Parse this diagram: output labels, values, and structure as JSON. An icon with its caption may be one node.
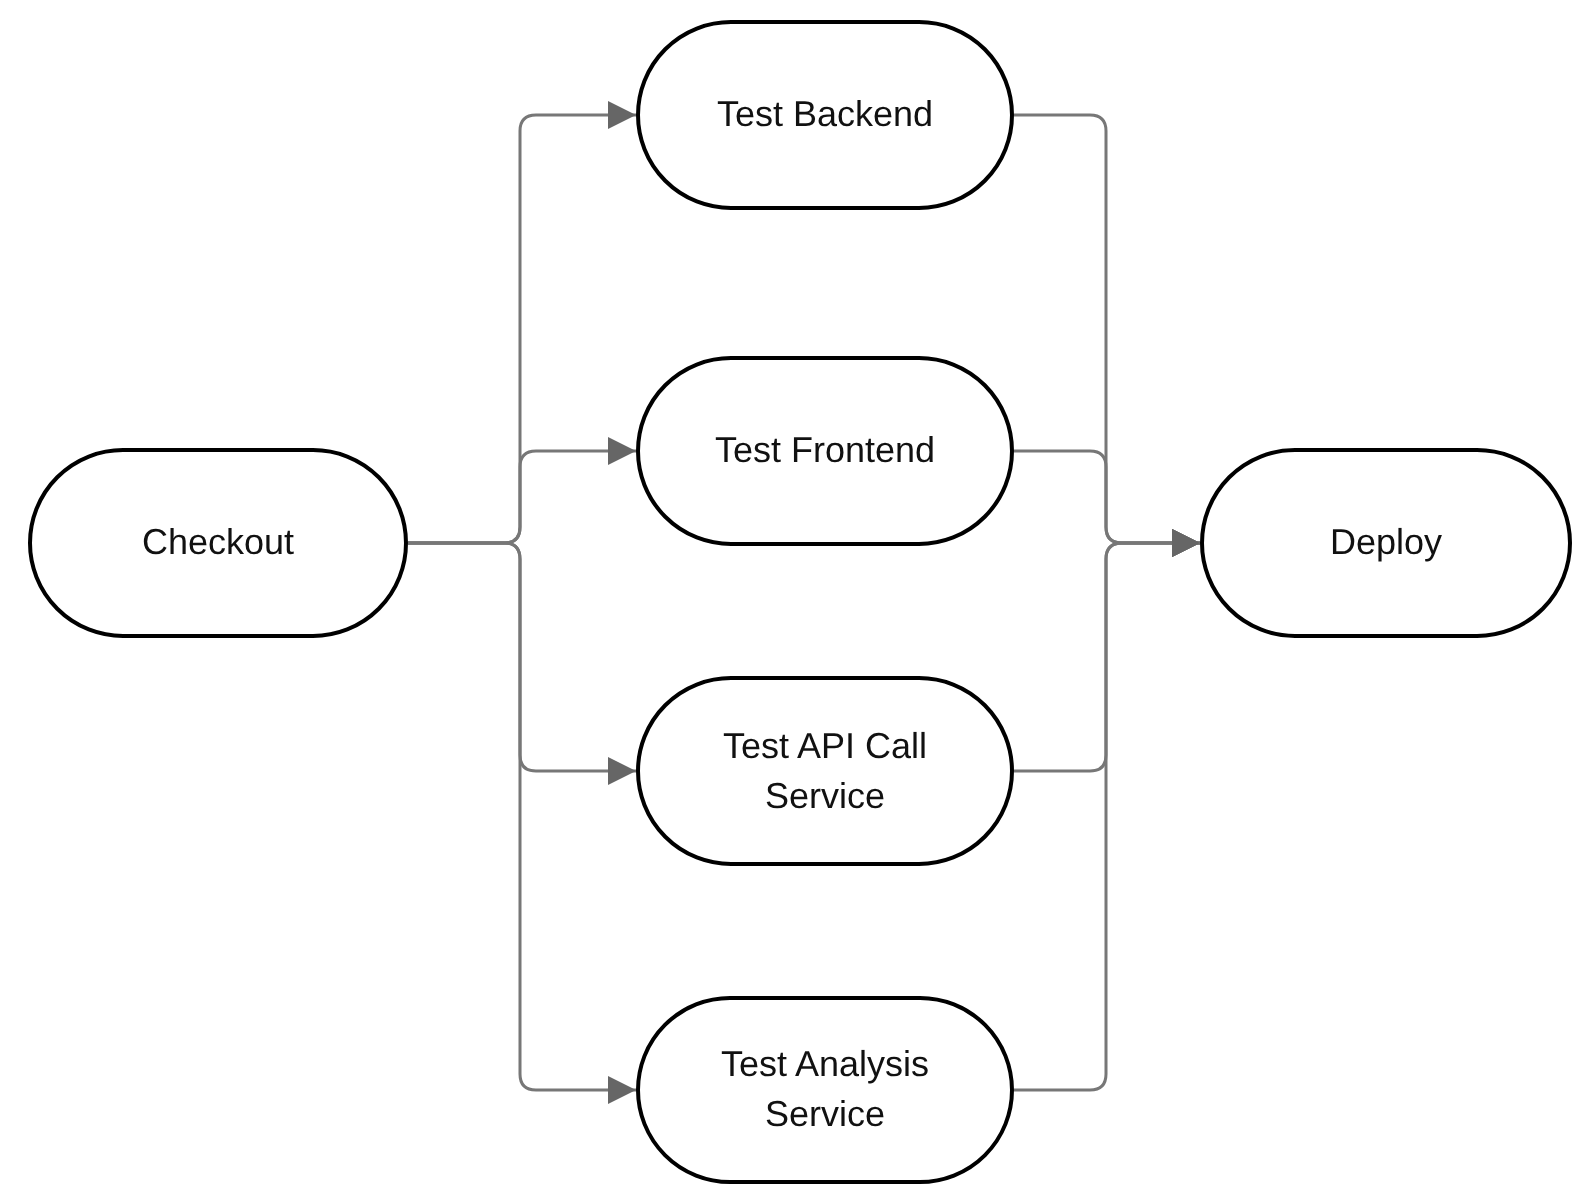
{
  "diagram": {
    "nodes": [
      {
        "text": [
          "Checkout"
        ]
      },
      {
        "text": [
          "Test Backend"
        ]
      },
      {
        "text": [
          "Test Frontend"
        ]
      },
      {
        "text": [
          "Test API Call Service"
        ]
      },
      {
        "text": [
          "Test Analysis Service"
        ]
      },
      {
        "text": [
          "Deploy"
        ]
      }
    ],
    "edges": [
      {
        "from": 0,
        "to": 1,
        "arrow": "to"
      },
      {
        "from": 0,
        "to": 2,
        "arrow": "to"
      },
      {
        "from": 0,
        "to": 3,
        "arrow": "to"
      },
      {
        "from": 0,
        "to": 4,
        "arrow": "to"
      },
      {
        "from": 1,
        "to": 5,
        "arrow": "to"
      },
      {
        "from": 2,
        "to": 5,
        "arrow": "to"
      },
      {
        "from": 3,
        "to": 5,
        "arrow": "to"
      },
      {
        "from": 4,
        "to": 5,
        "arrow": "to"
      }
    ]
  }
}
